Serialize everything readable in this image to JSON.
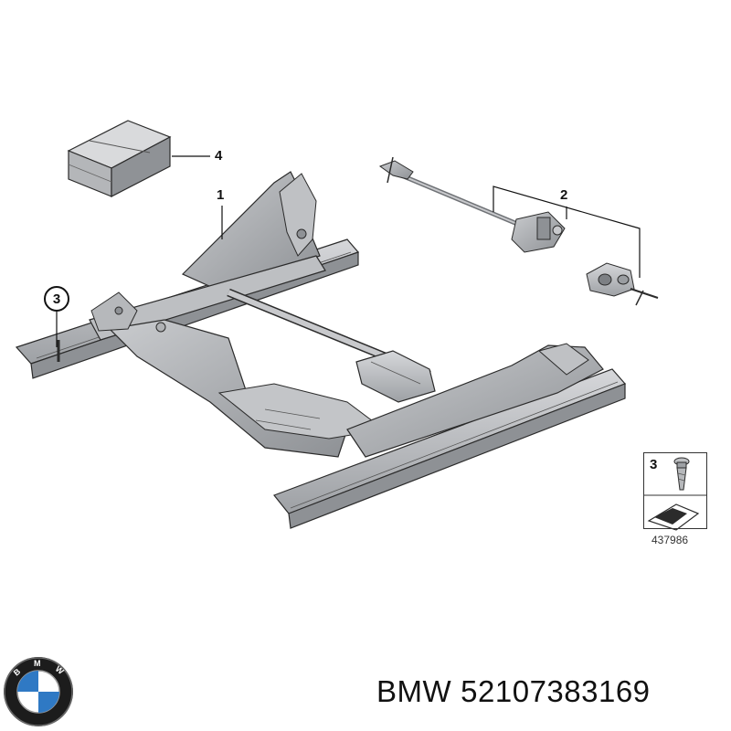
{
  "callouts": {
    "c1": "1",
    "c2": "2",
    "c3": "3",
    "c4": "4"
  },
  "legend": {
    "number": "3",
    "diagram_id": "437986"
  },
  "footer": {
    "brand": "BMW",
    "part_number": "52107383169"
  },
  "logo": {
    "icon": "bmw-roundel-icon",
    "letters": [
      "B",
      "M",
      "W"
    ]
  },
  "colors": {
    "metal_light": "#c8c9cc",
    "metal_mid": "#a9abaf",
    "metal_dark": "#6f7276",
    "outline": "#2b2b2b"
  }
}
